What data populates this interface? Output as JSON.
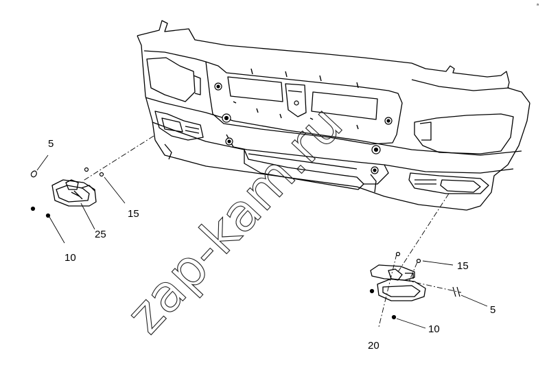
{
  "diagram": {
    "callouts": {
      "left_part5": "5",
      "left_part15": "15",
      "left_part25": "25",
      "left_part10": "10",
      "right_part15": "15",
      "right_part5": "5",
      "right_part10": "10",
      "right_part20": "20"
    },
    "watermark": "zap-kam.ru",
    "corner_mark": "a"
  },
  "colors": {
    "ink": "#000000",
    "background": "#ffffff"
  }
}
